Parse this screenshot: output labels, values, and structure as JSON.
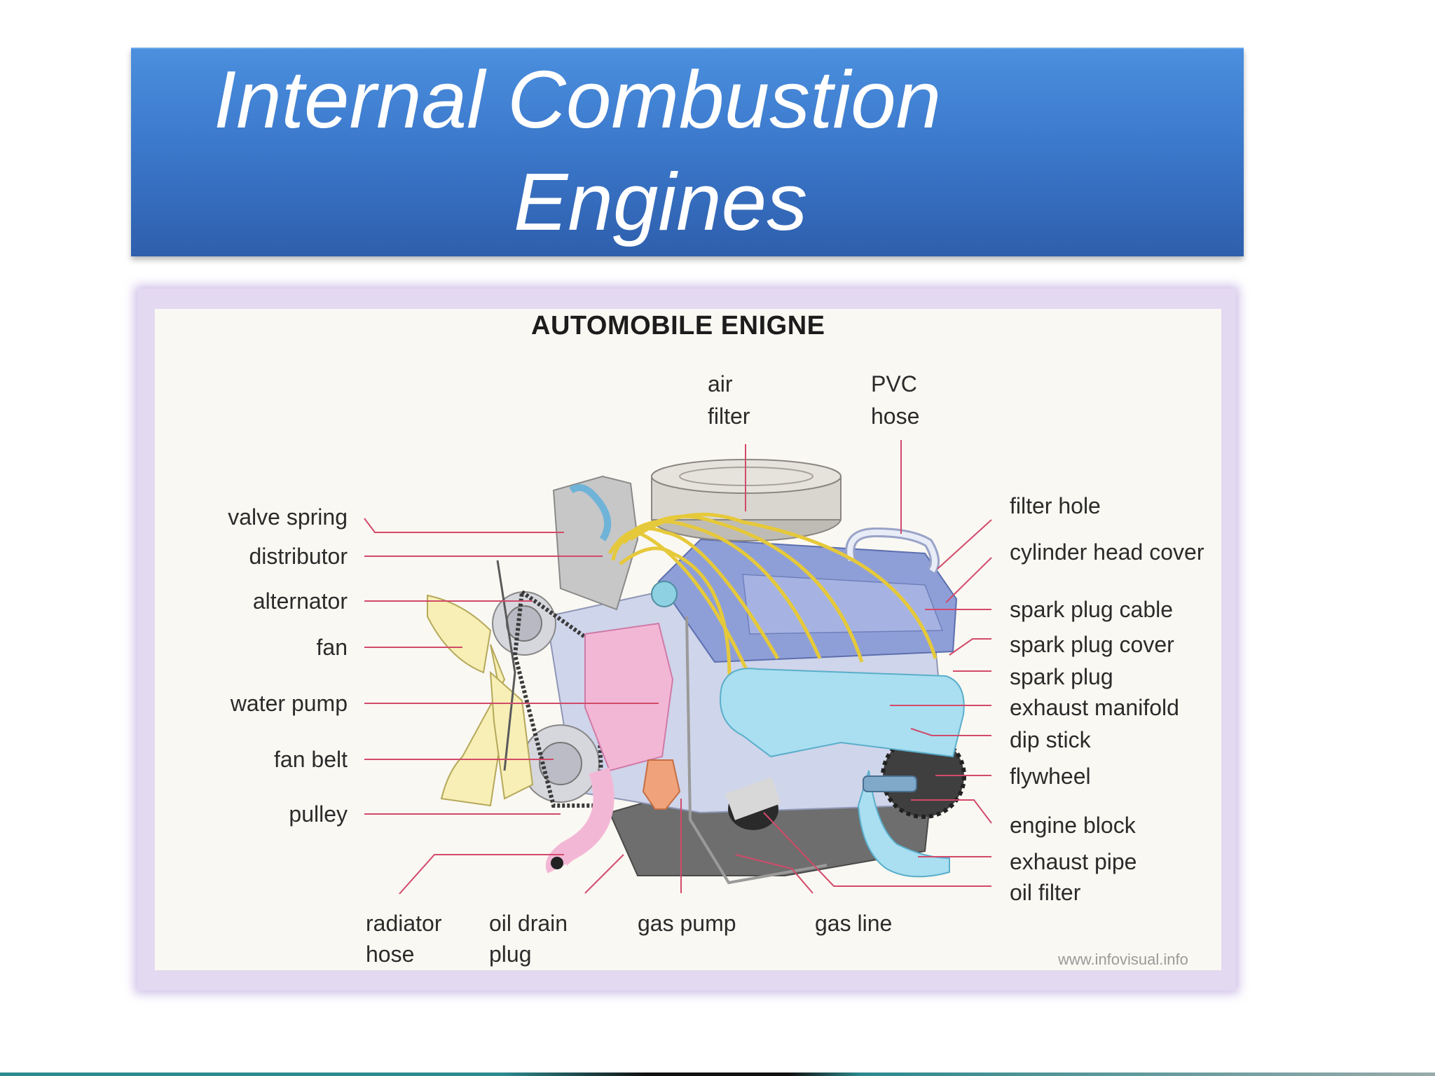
{
  "slide": {
    "title_line1": "Internal Combustion",
    "title_line2": "Engines"
  },
  "diagram": {
    "title": "AUTOMOBILE ENIGNE",
    "credit": "www.infovisual.info",
    "labels": {
      "air_filter": [
        "air",
        "filter"
      ],
      "pvc_hose": [
        "PVC",
        "hose"
      ],
      "valve_spring": "valve spring",
      "distributor": "distributor",
      "alternator": "alternator",
      "fan": "fan",
      "water_pump": "water pump",
      "fan_belt": "fan belt",
      "pulley": "pulley",
      "radiator_hose": [
        "radiator",
        "hose"
      ],
      "oil_drain_plug": [
        "oil drain",
        "plug"
      ],
      "gas_pump": "gas pump",
      "gas_line": "gas line",
      "filter_hole": "filter hole",
      "cylinder_head_cover": "cylinder head cover",
      "spark_plug_cable": "spark plug cable",
      "spark_plug_cover": "spark plug cover",
      "spark_plug": "spark plug",
      "exhaust_manifold": "exhaust manifold",
      "dip_stick": "dip stick",
      "flywheel": "flywheel",
      "engine_block": "engine block",
      "exhaust_pipe": "exhaust pipe",
      "oil_filter": "oil filter"
    }
  }
}
